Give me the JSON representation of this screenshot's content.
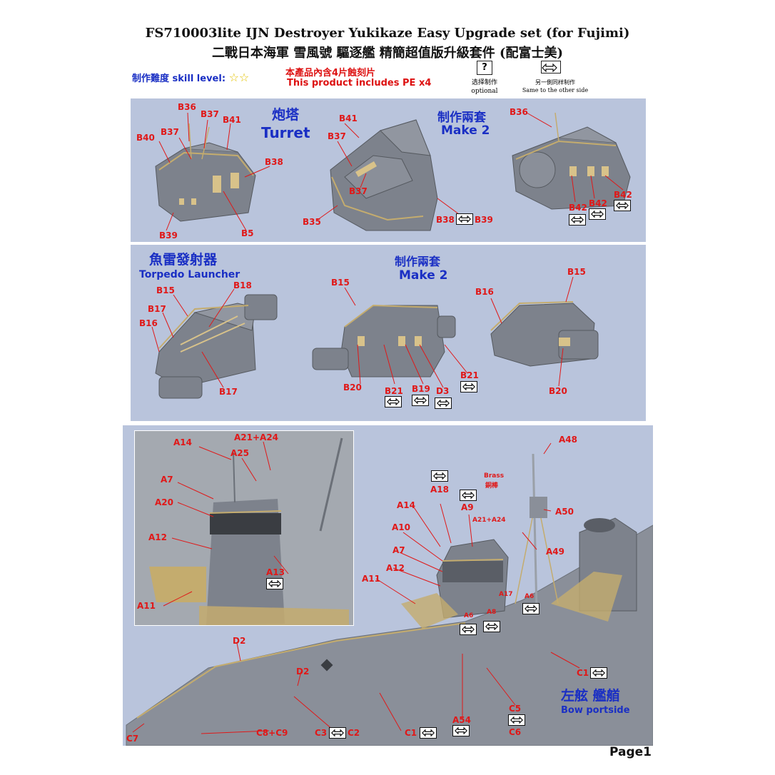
{
  "header": {
    "title_en": "FS710003lite IJN Destroyer Yukikaze Easy Upgrade set (for Fujimi)",
    "title_cn": "二戰日本海軍 雪風號 驅逐艦 精簡超值版升級套件 (配富士美)",
    "skill_label": "制作難度 skill level: ",
    "skill_stars": "☆☆",
    "pe_cn": "本產品內含4片蝕刻片",
    "pe_en": "This product includes PE x4",
    "optional_symbol": "?",
    "optional_cn": "选择制作",
    "optional_en": "optional",
    "same_side_cn": "另一側同样制作",
    "same_side_en": "Same to the other side"
  },
  "turret": {
    "title_cn": "炮塔",
    "title_en": "Turret",
    "make2_cn": "制作兩套",
    "make2_en": "Make 2",
    "labels": [
      "B36",
      "B37",
      "B41",
      "B40",
      "B37",
      "B38",
      "B39",
      "B5",
      "B41",
      "B37",
      "B37",
      "B35",
      "B38",
      "B39",
      "B36",
      "B42",
      "B42",
      "B42"
    ]
  },
  "torpedo": {
    "title_cn": "魚雷發射器",
    "title_en": "Torpedo Launcher",
    "make2_cn": "制作兩套",
    "make2_en": "Make 2",
    "labels": [
      "B15",
      "B18",
      "B17",
      "B16",
      "B17",
      "B15",
      "B20",
      "B21",
      "B19",
      "D3",
      "B21",
      "B15",
      "B16",
      "B20"
    ]
  },
  "bridge": {
    "inset_labels": [
      "A14",
      "A21+A24",
      "A25",
      "A7",
      "A20",
      "A12",
      "A13",
      "A11"
    ],
    "labels": [
      "A48",
      "A18",
      "A9",
      "A14",
      "A21+A24",
      "A10",
      "A50",
      "A7",
      "A12",
      "A11",
      "A49",
      "A17",
      "A8",
      "A6",
      "A6"
    ],
    "brass_en": "Brass",
    "brass_cn": "銅棒",
    "hull_labels": [
      "D2",
      "D2",
      "C1",
      "C7",
      "C8+C9",
      "C3",
      "C2",
      "C1",
      "A54",
      "C5",
      "C6"
    ],
    "bow_cn": "左舷 艦艏",
    "bow_en": "Bow portside"
  },
  "footer": {
    "page": "Page1"
  }
}
